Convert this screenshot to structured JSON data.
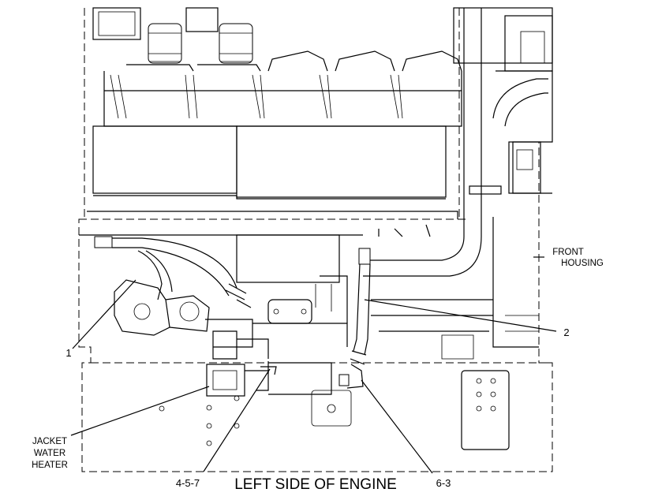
{
  "labels": {
    "front_housing_line1": "FRONT",
    "front_housing_line2": "HOUSING",
    "callout_1": "1",
    "callout_2": "2",
    "jacket_line1": "JACKET",
    "jacket_line2": "WATER",
    "jacket_line3": "HEATER",
    "callout_457": "4-5-7",
    "callout_63": "6-3",
    "title": "LEFT SIDE OF ENGINE"
  }
}
